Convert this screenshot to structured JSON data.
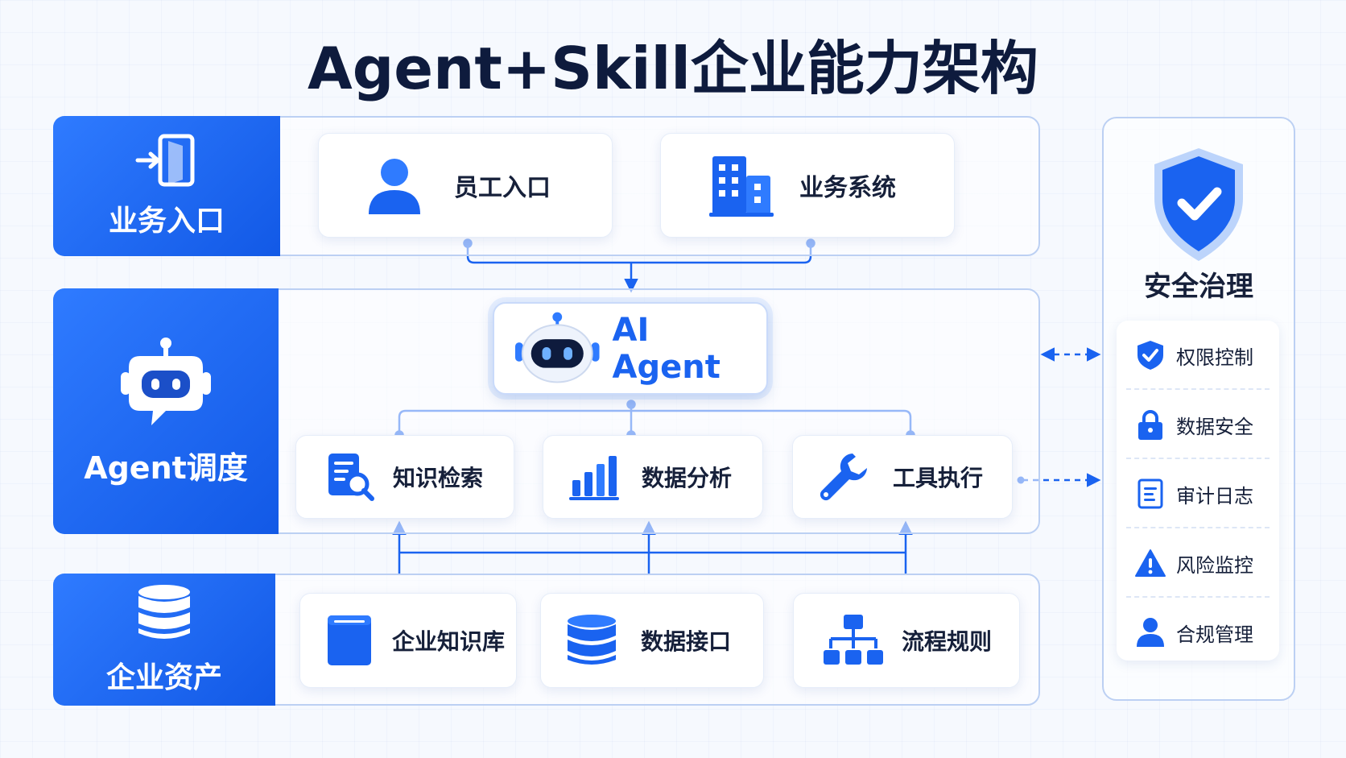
{
  "title": "Agent+Skill企业能力架构",
  "rows": {
    "entry": {
      "label": "业务入口",
      "cards": [
        {
          "label": "员工入口",
          "icon": "user-icon"
        },
        {
          "label": "业务系统",
          "icon": "building-icon"
        }
      ]
    },
    "agent": {
      "label": "Agent调度",
      "core": {
        "label": "AI Agent",
        "icon": "robot-icon"
      },
      "skills": [
        {
          "label": "知识检索",
          "icon": "doc-search-icon"
        },
        {
          "label": "数据分析",
          "icon": "bar-chart-icon"
        },
        {
          "label": "工具执行",
          "icon": "wrench-icon"
        }
      ]
    },
    "assets": {
      "label": "企业资产",
      "cards": [
        {
          "label": "企业知识库",
          "icon": "book-icon"
        },
        {
          "label": "数据接口",
          "icon": "database-icon"
        },
        {
          "label": "流程规则",
          "icon": "org-flow-icon"
        }
      ]
    }
  },
  "security": {
    "title": "安全治理",
    "items": [
      {
        "label": "权限控制",
        "icon": "shield-check-icon"
      },
      {
        "label": "数据安全",
        "icon": "lock-icon"
      },
      {
        "label": "审计日志",
        "icon": "log-doc-icon"
      },
      {
        "label": "风险监控",
        "icon": "warning-icon"
      },
      {
        "label": "合规管理",
        "icon": "person-icon"
      }
    ]
  },
  "colors": {
    "accent": "#1a63f0",
    "accent_light": "#2f7bff",
    "text": "#16203a",
    "border": "#bcd0f3"
  }
}
